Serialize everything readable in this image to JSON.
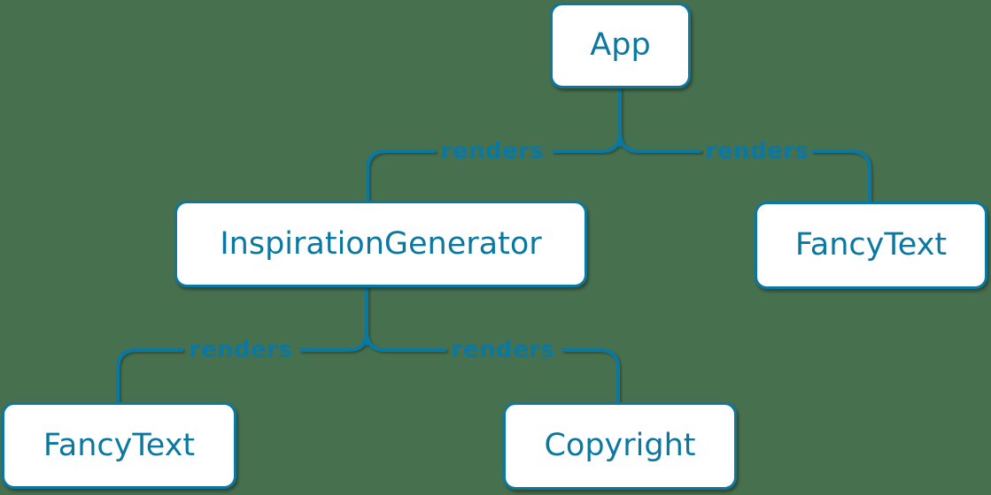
{
  "diagram": {
    "kind": "component-render-tree",
    "colors": {
      "background": "#47704E",
      "accent": "#0b78a2",
      "node_fill": "#FFFFFF"
    },
    "nodes": {
      "app": {
        "label": "App"
      },
      "inspiration_generator": {
        "label": "InspirationGenerator"
      },
      "fancy_text_top": {
        "label": "FancyText"
      },
      "fancy_text_bottom": {
        "label": "FancyText"
      },
      "copyright": {
        "label": "Copyright"
      }
    },
    "edges": {
      "app_to_inspiration_generator": {
        "from": "App",
        "to": "InspirationGenerator",
        "label": "renders"
      },
      "app_to_fancy_text": {
        "from": "App",
        "to": "FancyText",
        "label": "renders"
      },
      "inspiration_generator_to_fancy_text": {
        "from": "InspirationGenerator",
        "to": "FancyText",
        "label": "renders"
      },
      "inspiration_generator_to_copyright": {
        "from": "InspirationGenerator",
        "to": "Copyright",
        "label": "renders"
      }
    }
  }
}
